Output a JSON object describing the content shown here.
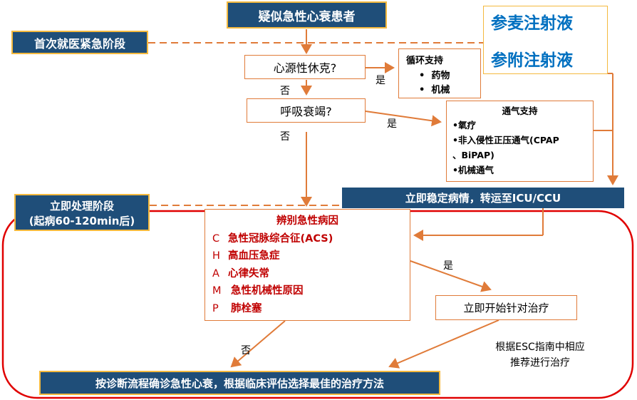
{
  "title": "疑似急性心衰患者",
  "stage1": "首次就医紧急阶段",
  "stage2_line1": "立即处理阶段",
  "stage2_line2": "(起病60-120min后)",
  "shock_q": "心源性休克?",
  "resp_q": "呼吸衰竭?",
  "yes": "是",
  "no": "否",
  "circ": {
    "title": "循环支持",
    "items": [
      "药物",
      "机械"
    ]
  },
  "vent": {
    "title": "通气支持",
    "items": [
      "•氧疗",
      "•非入侵性正压通气(CPAP",
      "、BiPAP)",
      "•机械通气"
    ]
  },
  "shenmai": "参麦注射液",
  "shenfu": "参附注射液",
  "stabilize": "立即稳定病情，转运至ICU/CCU",
  "identify": {
    "title": "辨别急性病因",
    "causes": [
      {
        "letter": "C",
        "text": "急性冠脉综合征(ACS)"
      },
      {
        "letter": "H",
        "text": "高血压急症"
      },
      {
        "letter": "A",
        "text": "心律失常"
      },
      {
        "letter": "M",
        "text": "急性机械性原因"
      },
      {
        "letter": "P",
        "text": "肺栓塞"
      }
    ]
  },
  "start_treat": "立即开始针对治疗",
  "esc_line1": "根据ESC指南中相应",
  "esc_line2": "推荐进行治疗",
  "bottom": "按诊断流程确诊急性心衰，根据临床评估选择最佳的治疗方法",
  "colors": {
    "navy": "#1F4E79",
    "orange": "#E07B39",
    "red": "#E00000",
    "gold": "#F4B93E",
    "blue_text": "#0070C0"
  }
}
